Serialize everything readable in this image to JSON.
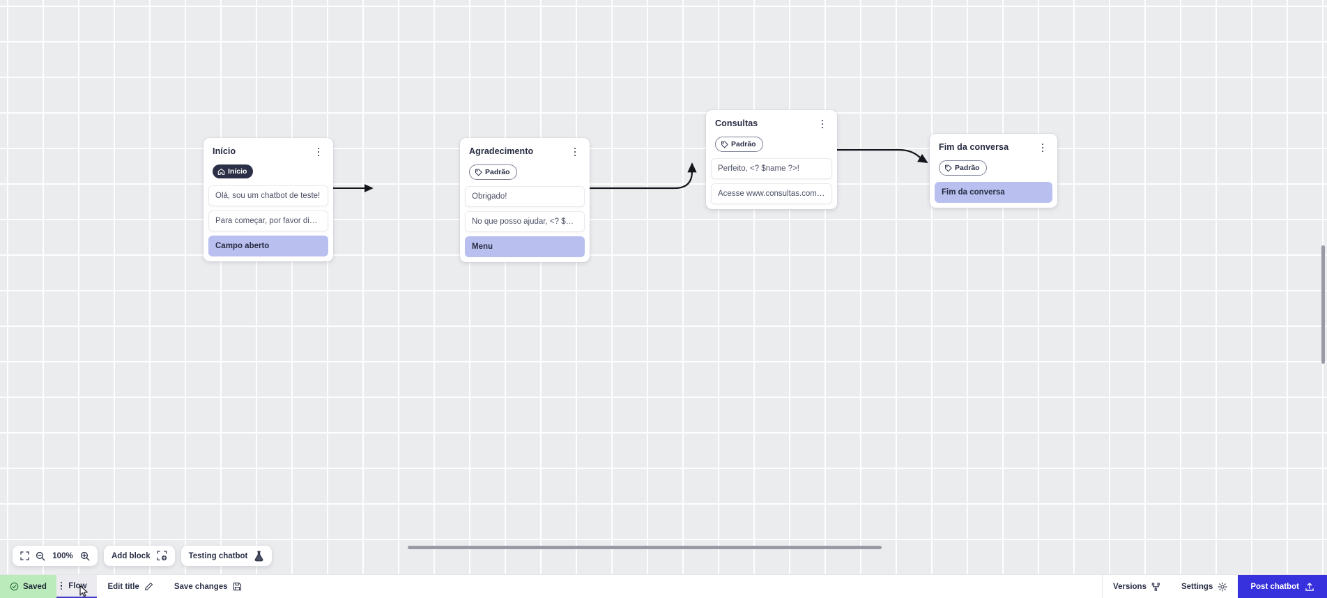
{
  "canvas": {
    "zoom_level": "100%",
    "nodes": [
      {
        "id": "inicio",
        "title": "Início",
        "badge": {
          "label": "Início",
          "icon": "home-icon",
          "style": "home"
        },
        "rows": [
          {
            "text": "Olá, sou um chatbot de teste!",
            "accent": false
          },
          {
            "text": "Para começar, por favor digite o ...",
            "accent": false
          },
          {
            "text": "Campo aberto",
            "accent": true
          }
        ]
      },
      {
        "id": "agradecimento",
        "title": "Agradecimento",
        "badge": {
          "label": "Padrão",
          "icon": "tag-icon",
          "style": "tag"
        },
        "rows": [
          {
            "text": "Obrigado!",
            "accent": false
          },
          {
            "text": "No que posso ajudar, <? $name ...",
            "accent": false
          },
          {
            "text": "Menu",
            "accent": true
          }
        ]
      },
      {
        "id": "consultas",
        "title": "Consultas",
        "badge": {
          "label": "Padrão",
          "icon": "tag-icon",
          "style": "tag"
        },
        "rows": [
          {
            "text": "Perfeito, <? $name ?>!",
            "accent": false
          },
          {
            "text": "Acesse www.consultas.com par...",
            "accent": false
          }
        ]
      },
      {
        "id": "fim",
        "title": "Fim da conversa",
        "badge": {
          "label": "Padrão",
          "icon": "tag-icon",
          "style": "tag"
        },
        "rows": [
          {
            "text": "Fim da conversa",
            "accent": true
          }
        ]
      }
    ]
  },
  "toolbar": {
    "fullscreen_icon": "fullscreen-icon",
    "zoom_out_icon": "zoom-out-icon",
    "zoom_in_icon": "zoom-in-icon",
    "zoom_value": "100%",
    "add_block_label": "Add block",
    "add_block_icon": "add-block-icon",
    "testing_chatbot_label": "Testing chatbot",
    "testing_chatbot_icon": "flask-icon"
  },
  "bottom_bar": {
    "saved_label": "Saved",
    "saved_icon": "check-circle-icon",
    "flow_tab_label": "Flow",
    "edit_title_label": "Edit title",
    "edit_title_icon": "pencil-icon",
    "save_changes_label": "Save changes",
    "save_changes_icon": "save-icon",
    "versions_label": "Versions",
    "versions_icon": "branch-icon",
    "settings_label": "Settings",
    "settings_icon": "gear-icon",
    "post_chatbot_label": "Post chatbot",
    "post_chatbot_icon": "upload-icon"
  },
  "colors": {
    "accent_block": "#b9c0ef",
    "primary_button": "#3730dd",
    "saved_green": "#bbeabb",
    "badge_dark": "#2b3047",
    "canvas_bg": "#ebecee"
  }
}
